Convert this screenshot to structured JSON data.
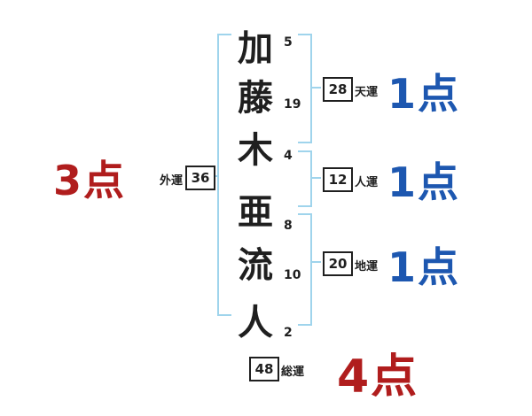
{
  "name_chars": [
    {
      "char": "加",
      "strokes": "5"
    },
    {
      "char": "藤",
      "strokes": "19"
    },
    {
      "char": "木",
      "strokes": "4"
    },
    {
      "char": "亜",
      "strokes": "8"
    },
    {
      "char": "流",
      "strokes": "10"
    },
    {
      "char": "人",
      "strokes": "2"
    }
  ],
  "fortunes": {
    "ten": {
      "label": "天運",
      "value": "28",
      "score": "1点"
    },
    "jin": {
      "label": "人運",
      "value": "12",
      "score": "1点"
    },
    "chi": {
      "label": "地運",
      "value": "20",
      "score": "1点"
    },
    "gai": {
      "label": "外運",
      "value": "36",
      "score": "3点"
    },
    "sou": {
      "label": "総運",
      "value": "48",
      "score": "4点"
    }
  },
  "colors": {
    "bracket_blue": "#9fd4ec",
    "score_blue": "#1d57b0",
    "score_red": "#b01d1d",
    "ink": "#1f1f1f"
  }
}
